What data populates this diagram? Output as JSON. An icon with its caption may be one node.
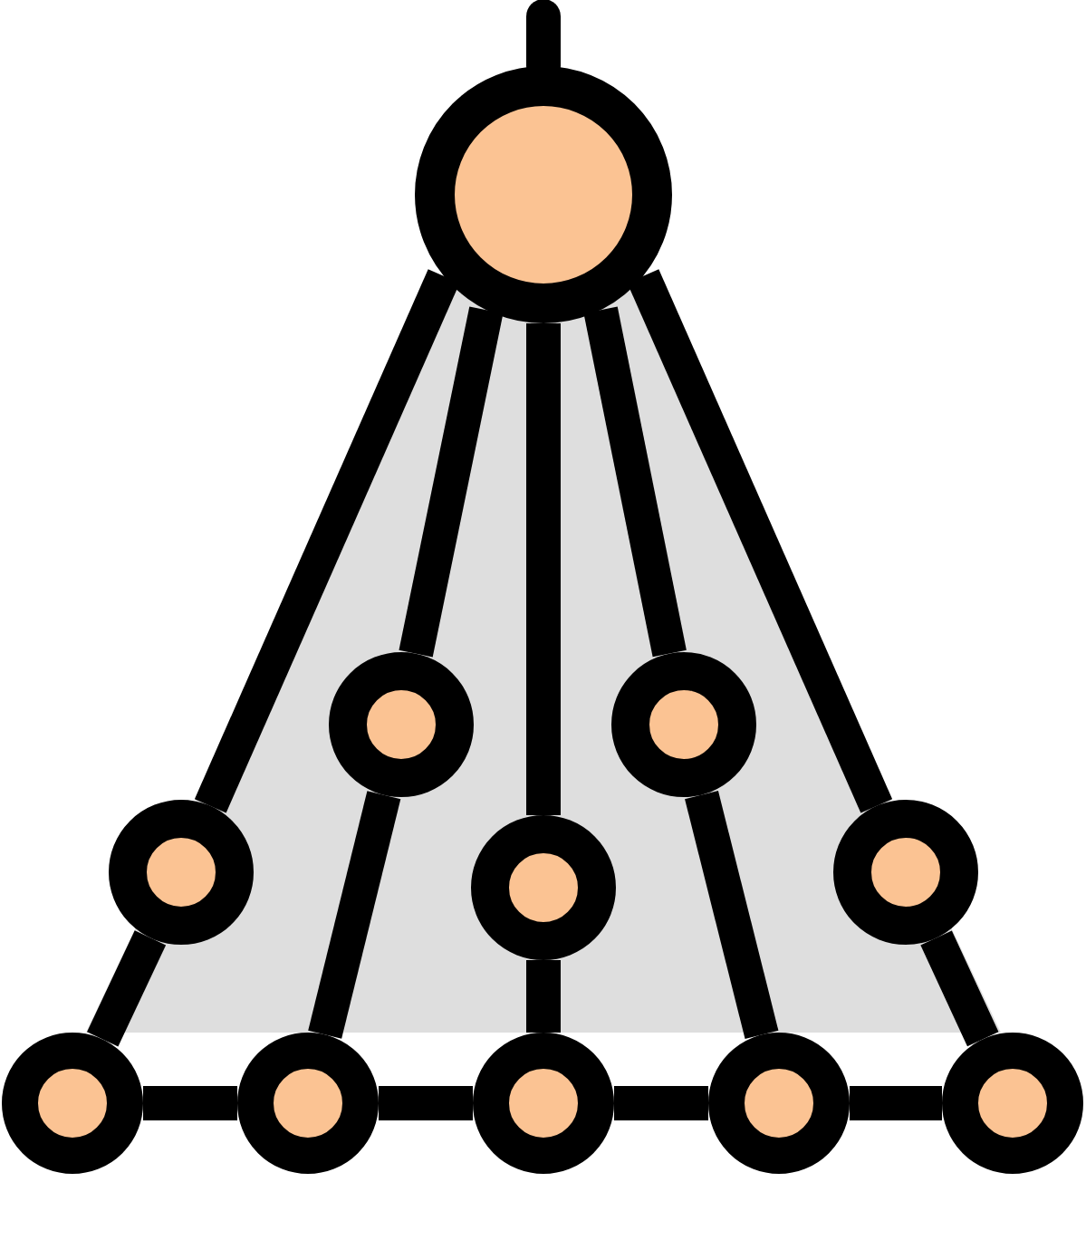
{
  "diagram": {
    "nodes": [
      {
        "text": [],
        "shape": "circle"
      },
      {
        "text": [],
        "shape": "circle"
      },
      {
        "text": [],
        "shape": "circle"
      },
      {
        "text": [],
        "shape": "circle"
      },
      {
        "text": [],
        "shape": "circle"
      },
      {
        "text": [],
        "shape": "circle"
      },
      {
        "text": [],
        "shape": "circle"
      },
      {
        "text": [],
        "shape": "circle"
      },
      {
        "text": [],
        "shape": "circle"
      },
      {
        "text": [],
        "shape": "circle"
      },
      {
        "text": [],
        "shape": "circle"
      }
    ],
    "edges": [
      {
        "from": null,
        "to": 0,
        "arrow": "none"
      },
      {
        "from": 0,
        "to": 3,
        "arrow": "none"
      },
      {
        "from": 0,
        "to": 1,
        "arrow": "none"
      },
      {
        "from": 0,
        "to": 4,
        "arrow": "none"
      },
      {
        "from": 0,
        "to": 2,
        "arrow": "none"
      },
      {
        "from": 0,
        "to": 5,
        "arrow": "none"
      },
      {
        "from": 3,
        "to": 6,
        "arrow": "none"
      },
      {
        "from": 1,
        "to": 7,
        "arrow": "none"
      },
      {
        "from": 4,
        "to": 8,
        "arrow": "none"
      },
      {
        "from": 2,
        "to": 9,
        "arrow": "none"
      },
      {
        "from": 5,
        "to": 10,
        "arrow": "none"
      },
      {
        "from": 6,
        "to": 7,
        "arrow": "none"
      },
      {
        "from": 7,
        "to": 8,
        "arrow": "none"
      },
      {
        "from": 8,
        "to": 9,
        "arrow": "none"
      },
      {
        "from": 9,
        "to": 10,
        "arrow": "none"
      }
    ]
  }
}
